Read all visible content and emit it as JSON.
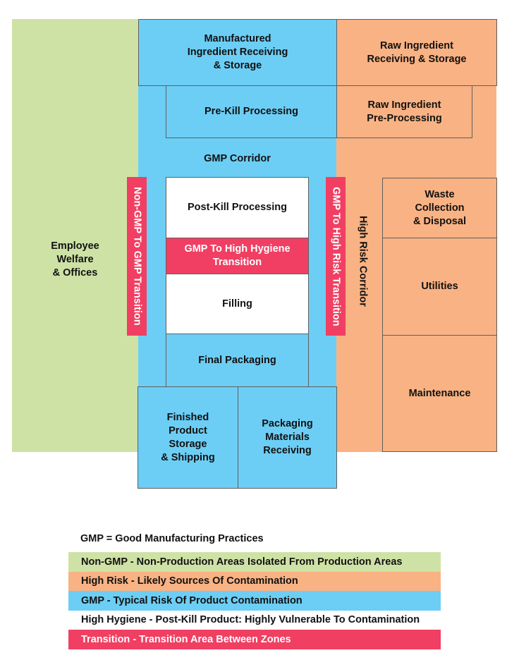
{
  "colors": {
    "non_gmp": "#cee2a6",
    "high_risk": "#f9b283",
    "gmp": "#6ccef5",
    "high_hygiene": "#ffffff",
    "transition": "#f03f62"
  },
  "rooms": {
    "employee_welfare": "Employee\nWelfare\n& Offices",
    "manufactured_ingredient": "Manufactured\nIngredient Receiving\n& Storage",
    "raw_ingredient_receiving": "Raw Ingredient\nReceiving & Storage",
    "pre_kill": "Pre-Kill Processing",
    "raw_ingredient_preprocessing": "Raw Ingredient\nPre-Processing",
    "gmp_corridor": "GMP Corridor",
    "post_kill": "Post-Kill Processing",
    "gmp_to_high_hygiene": "GMP To High Hygiene\nTransition",
    "filling": "Filling",
    "final_packaging": "Final Packaging",
    "finished_product": "Finished\nProduct\nStorage\n& Shipping",
    "packaging_materials": "Packaging\nMaterials\nReceiving",
    "non_gmp_to_gmp": "Non-GMP To GMP Transition",
    "gmp_to_high_risk": "GMP To High Risk Transition",
    "high_risk_corridor": "High Risk Corridor",
    "waste": "Waste\nCollection\n& Disposal",
    "utilities": "Utilities",
    "maintenance": "Maintenance"
  },
  "legend": {
    "title": "GMP = Good Manufacturing Practices",
    "items": [
      {
        "zone": "non_gmp",
        "label": "Non-GMP - Non-Production Areas Isolated From Production Areas"
      },
      {
        "zone": "high_risk",
        "label": "High Risk - Likely Sources Of Contamination"
      },
      {
        "zone": "gmp",
        "label": "GMP - Typical Risk Of Product Contamination"
      },
      {
        "zone": "high_hygiene",
        "label": "High Hygiene - Post-Kill Product: Highly Vulnerable To Contamination"
      },
      {
        "zone": "transition",
        "label": "Transition - Transition Area Between Zones"
      }
    ]
  }
}
